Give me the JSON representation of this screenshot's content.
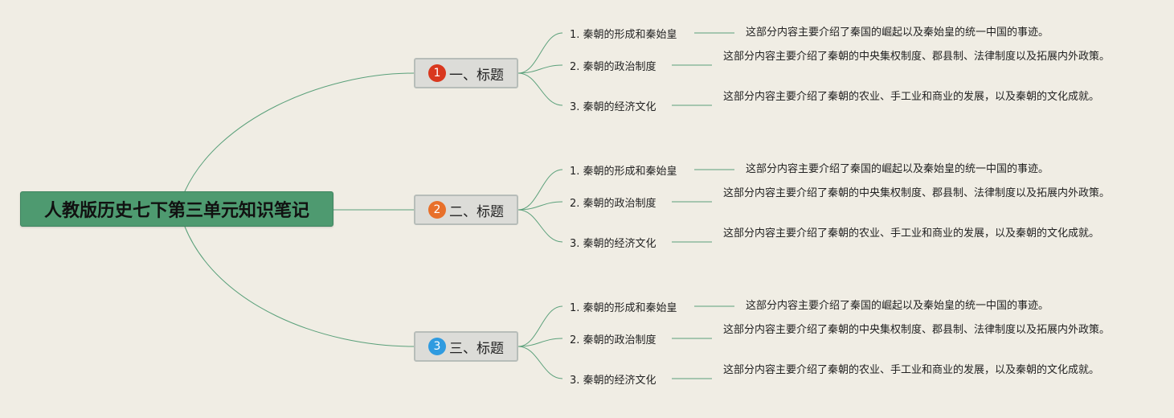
{
  "root": {
    "title": "人教版历史七下第三单元知识笔记"
  },
  "sections": [
    {
      "badge": "1",
      "badge_color": "#d9381e",
      "label": "一、标题",
      "items": [
        {
          "label": "1. 秦朝的形成和秦始皇",
          "detail": "这部分内容主要介绍了秦国的崛起以及秦始皇的统一中国的事迹。"
        },
        {
          "label": "2. 秦朝的政治制度",
          "detail": "这部分内容主要介绍了秦朝的中央集权制度、郡县制、法律制度以及拓展内外政策。"
        },
        {
          "label": "3. 秦朝的经济文化",
          "detail": "这部分内容主要介绍了秦朝的农业、手工业和商业的发展，以及秦朝的文化成就。"
        }
      ]
    },
    {
      "badge": "2",
      "badge_color": "#e8702a",
      "label": "二、标题",
      "items": [
        {
          "label": "1. 秦朝的形成和秦始皇",
          "detail": "这部分内容主要介绍了秦国的崛起以及秦始皇的统一中国的事迹。"
        },
        {
          "label": "2. 秦朝的政治制度",
          "detail": "这部分内容主要介绍了秦朝的中央集权制度、郡县制、法律制度以及拓展内外政策。"
        },
        {
          "label": "3. 秦朝的经济文化",
          "detail": "这部分内容主要介绍了秦朝的农业、手工业和商业的发展，以及秦朝的文化成就。"
        }
      ]
    },
    {
      "badge": "3",
      "badge_color": "#2f9be0",
      "label": "三、标题",
      "items": [
        {
          "label": "1. 秦朝的形成和秦始皇",
          "detail": "这部分内容主要介绍了秦国的崛起以及秦始皇的统一中国的事迹。"
        },
        {
          "label": "2. 秦朝的政治制度",
          "detail": "这部分内容主要介绍了秦朝的中央集权制度、郡县制、法律制度以及拓展内外政策。"
        },
        {
          "label": "3. 秦朝的经济文化",
          "detail": "这部分内容主要介绍了秦朝的农业、手工业和商业的发展，以及秦朝的文化成就。"
        }
      ]
    }
  ],
  "colors": {
    "background": "#f0ede4",
    "link": "#5aa07a",
    "root_fill": "#4e9a70",
    "section_fill": "#dcdcd8"
  }
}
